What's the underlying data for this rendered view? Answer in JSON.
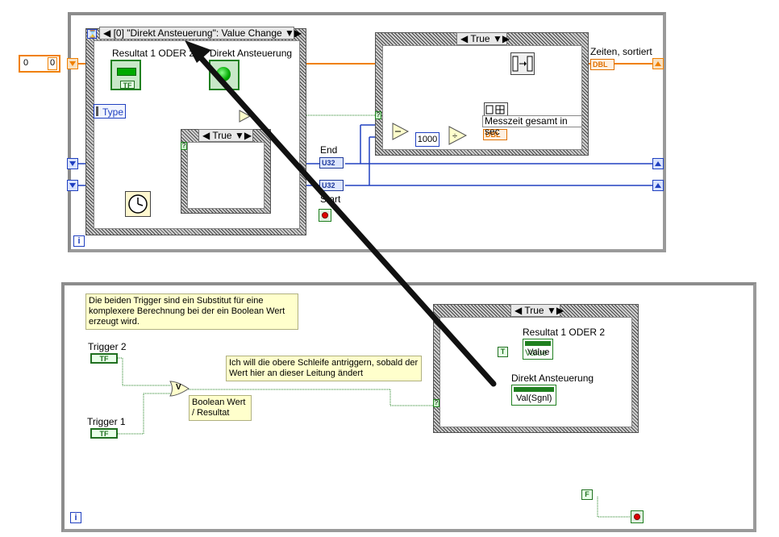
{
  "top_loop": {
    "event_selector": "[0] \"Direkt Ansteuerung\": Value Change",
    "left_input_value": "0",
    "left_index_value": "0",
    "resultat_label": "Resultat 1 ODER 2",
    "direkt_label": "Direkt Ansteuerung",
    "type_label": "Type",
    "inner_case_selector": "True",
    "end_label": "End",
    "start_label": "Start",
    "u32_label": "U32",
    "right_case_selector": "True",
    "const_1000": "1000",
    "messzeit_label": "Messzeit gesamt in sec",
    "zeiten_label": "Zeiten, sortiert",
    "dbl_label": "DBL",
    "iteration_label": "i"
  },
  "bottom_loop": {
    "note_text": "Die beiden Trigger sind ein Substitut für eine komplexere Berechnung bei der ein Boolean Wert erzeugt wird.",
    "trigger2_label": "Trigger 2",
    "trigger1_label": "Trigger 1",
    "tf_label": "TF",
    "or_label": "V",
    "boolean_note": "Boolean Wert / Resultat",
    "wire_note": "Ich will die obere Schleife antriggern, sobald der Wert hier an dieser Leitung ändert",
    "case_selector": "True",
    "resultat_label": "Resultat 1 ODER 2",
    "value_property": "Value",
    "direkt_label": "Direkt Ansteuerung",
    "val_sgnl_property": "Val(Sgnl)",
    "true_const": "T",
    "false_const": "F",
    "iteration_label": "i"
  },
  "colors": {
    "loop_frame": "#8c8c8c",
    "numeric_wire": "#2040c0",
    "double_wire": "#f08000",
    "boolean_wire": "#208020",
    "arrow": "#111111"
  }
}
